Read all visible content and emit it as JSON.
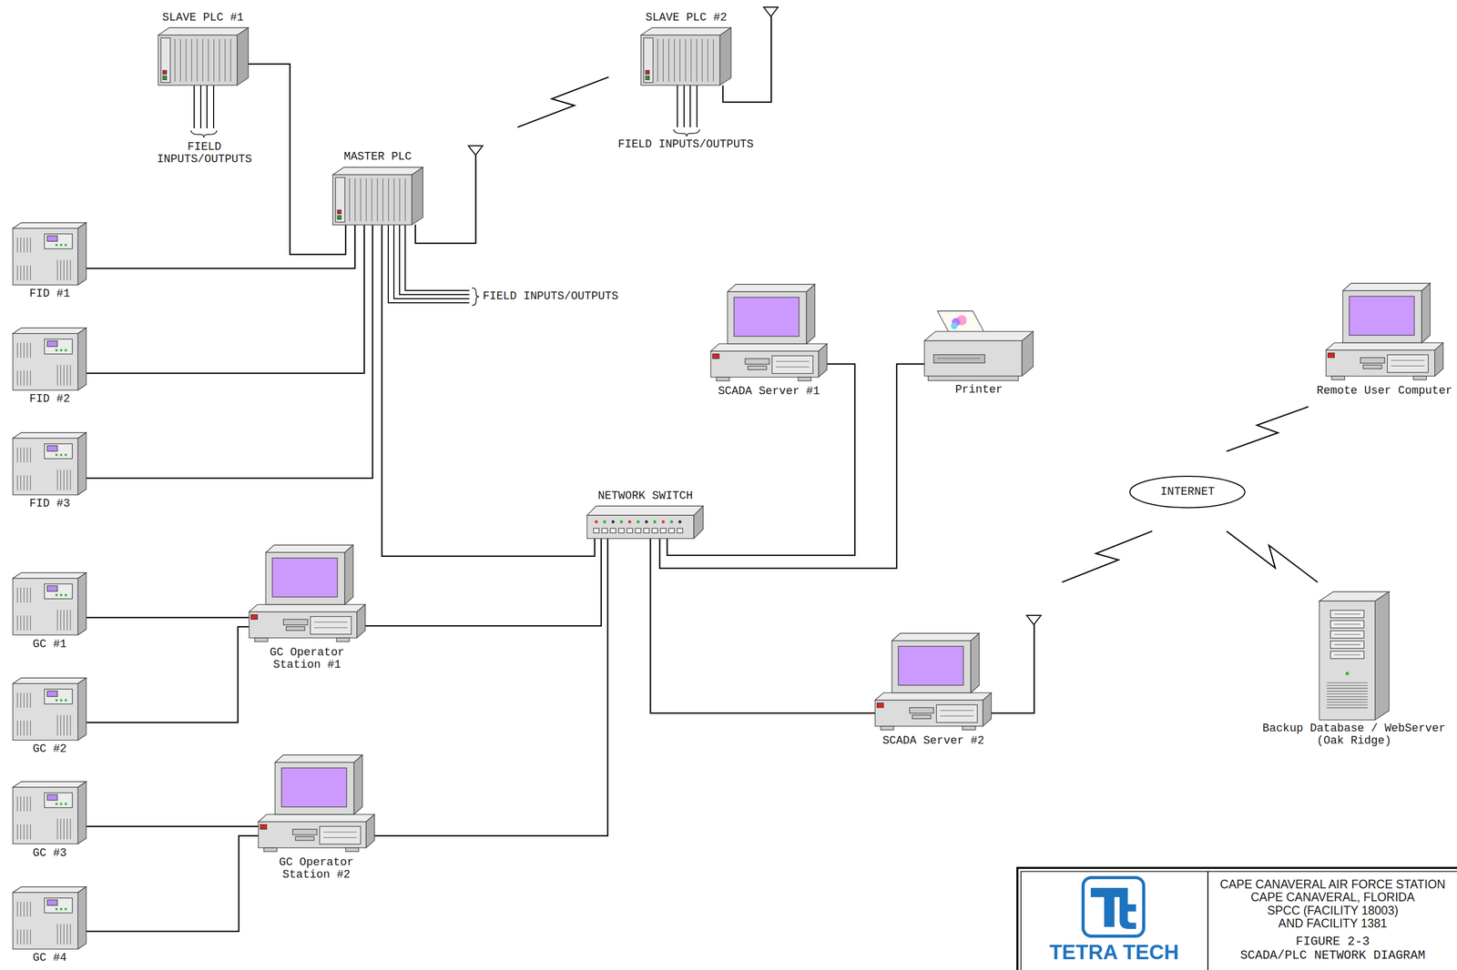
{
  "diagram": {
    "nodes": [
      {
        "text": [
          "SLAVE PLC #1"
        ]
      },
      {
        "text": [
          "SLAVE PLC #2"
        ]
      },
      {
        "text": [
          "MASTER PLC"
        ]
      },
      {
        "text": [
          "FID #1"
        ]
      },
      {
        "text": [
          "SCADA Server #1"
        ]
      },
      {
        "text": [
          "Printer"
        ]
      },
      {
        "text": [
          "Remote User Computer"
        ]
      },
      {
        "text": [
          "FID #2"
        ]
      },
      {
        "text": [
          "FID #3"
        ]
      },
      {
        "text": [
          "NETWORK SWITCH"
        ]
      },
      {
        "text": [
          "INTERNET"
        ]
      },
      {
        "text": [
          "GC #1"
        ]
      },
      {
        "text": [
          "GC Operator Station #1"
        ]
      },
      {
        "text": [
          "SCADA Server #2"
        ]
      },
      {
        "text": [
          "Backup Database / WebServer (Oak Ridge)"
        ]
      },
      {
        "text": [
          "GC #2"
        ]
      },
      {
        "text": [
          "GC #3"
        ]
      },
      {
        "text": [
          "GC Operator Station #2"
        ]
      },
      {
        "text": [
          "GC #4"
        ]
      }
    ],
    "edges": [
      {
        "from": 0,
        "to": 2,
        "arrow": "none"
      },
      {
        "from": 2,
        "to": 1,
        "arrow": "none"
      },
      {
        "from": 2,
        "to": 3,
        "arrow": "none"
      },
      {
        "from": 2,
        "to": 7,
        "arrow": "none"
      },
      {
        "from": 2,
        "to": 8,
        "arrow": "none"
      },
      {
        "from": 2,
        "to": 9,
        "arrow": "none"
      },
      {
        "from": 11,
        "to": 12,
        "arrow": "none"
      },
      {
        "from": 15,
        "to": 12,
        "arrow": "none"
      },
      {
        "from": 12,
        "to": 9,
        "arrow": "none"
      },
      {
        "from": 16,
        "to": 17,
        "arrow": "none"
      },
      {
        "from": 18,
        "to": 17,
        "arrow": "none"
      },
      {
        "from": 17,
        "to": 9,
        "arrow": "none"
      },
      {
        "from": 9,
        "to": 4,
        "arrow": "none"
      },
      {
        "from": 9,
        "to": 5,
        "arrow": "none"
      },
      {
        "from": 9,
        "to": 13,
        "arrow": "none"
      },
      {
        "from": 13,
        "to": 10,
        "arrow": "none"
      },
      {
        "from": 10,
        "to": 6,
        "arrow": "none"
      },
      {
        "from": 10,
        "to": 14,
        "arrow": "none"
      }
    ],
    "labels": [
      "FIELD INPUTS/OUTPUTS",
      "FIELD INPUTS/OUTPUTS",
      "FIELD INPUTS/OUTPUTS",
      "TETRA TECH",
      "CAPE CANAVERAL AIR FORCE STATION",
      "CAPE CANAVERAL, FLORIDA",
      "SPCC (FACILITY 18003)",
      "AND FACILITY 1381",
      "FIGURE 2-3",
      "SCADA/PLC NETWORK DIAGRAM"
    ]
  }
}
